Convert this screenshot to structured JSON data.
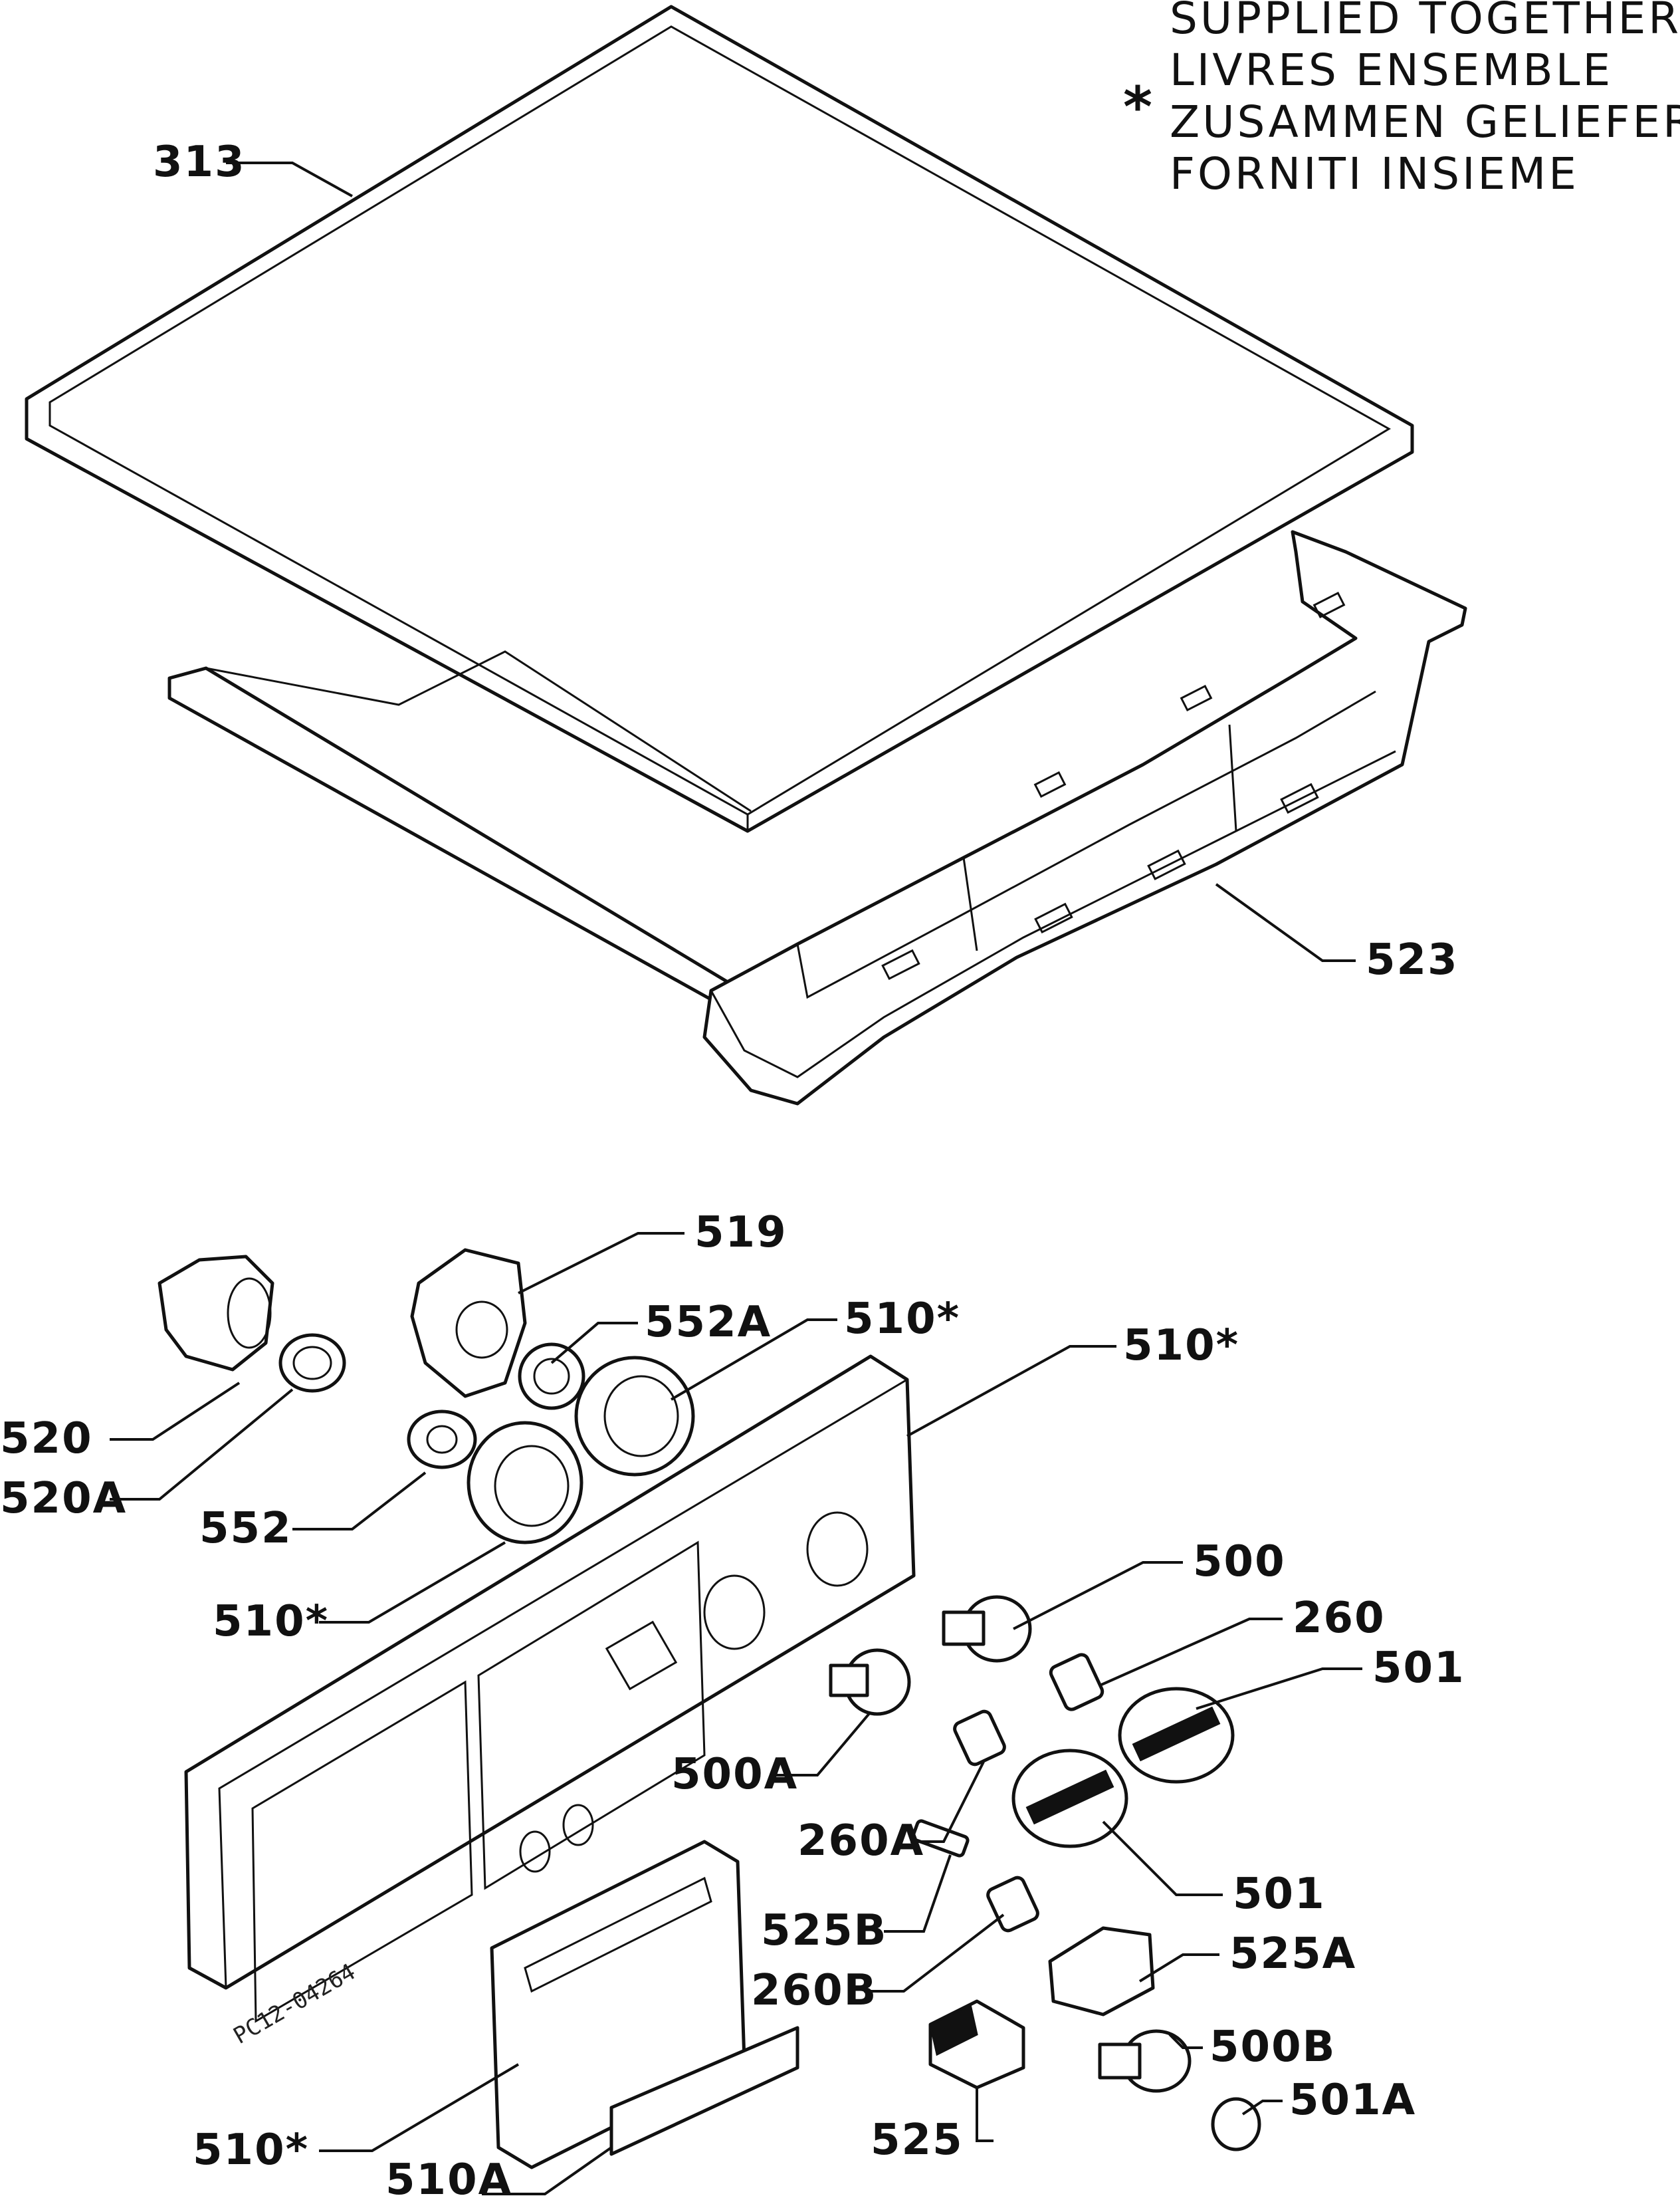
{
  "legend": {
    "marker": "*",
    "lines": [
      "SUPPLIED TOGETHER",
      "LIVRES ENSEMBLE",
      "ZUSAMMEN GELIEFERT",
      "FORNITI INSIEME"
    ]
  },
  "drawing_code": "PC12-04264",
  "labels": {
    "l313": "313",
    "l523": "523",
    "l519": "519",
    "l552A": "552A",
    "l510_a": "510*",
    "l510_b": "510*",
    "l520": "520",
    "l520A": "520A",
    "l552": "552",
    "l510_c": "510*",
    "l500": "500",
    "l260": "260",
    "l501_a": "501",
    "l500A": "500A",
    "l260A": "260A",
    "l501_b": "501",
    "l525B": "525B",
    "l525A": "525A",
    "l260B": "260B",
    "l500B": "500B",
    "l501A": "501A",
    "l525": "525",
    "l510_d": "510*",
    "l510A": "510A"
  }
}
